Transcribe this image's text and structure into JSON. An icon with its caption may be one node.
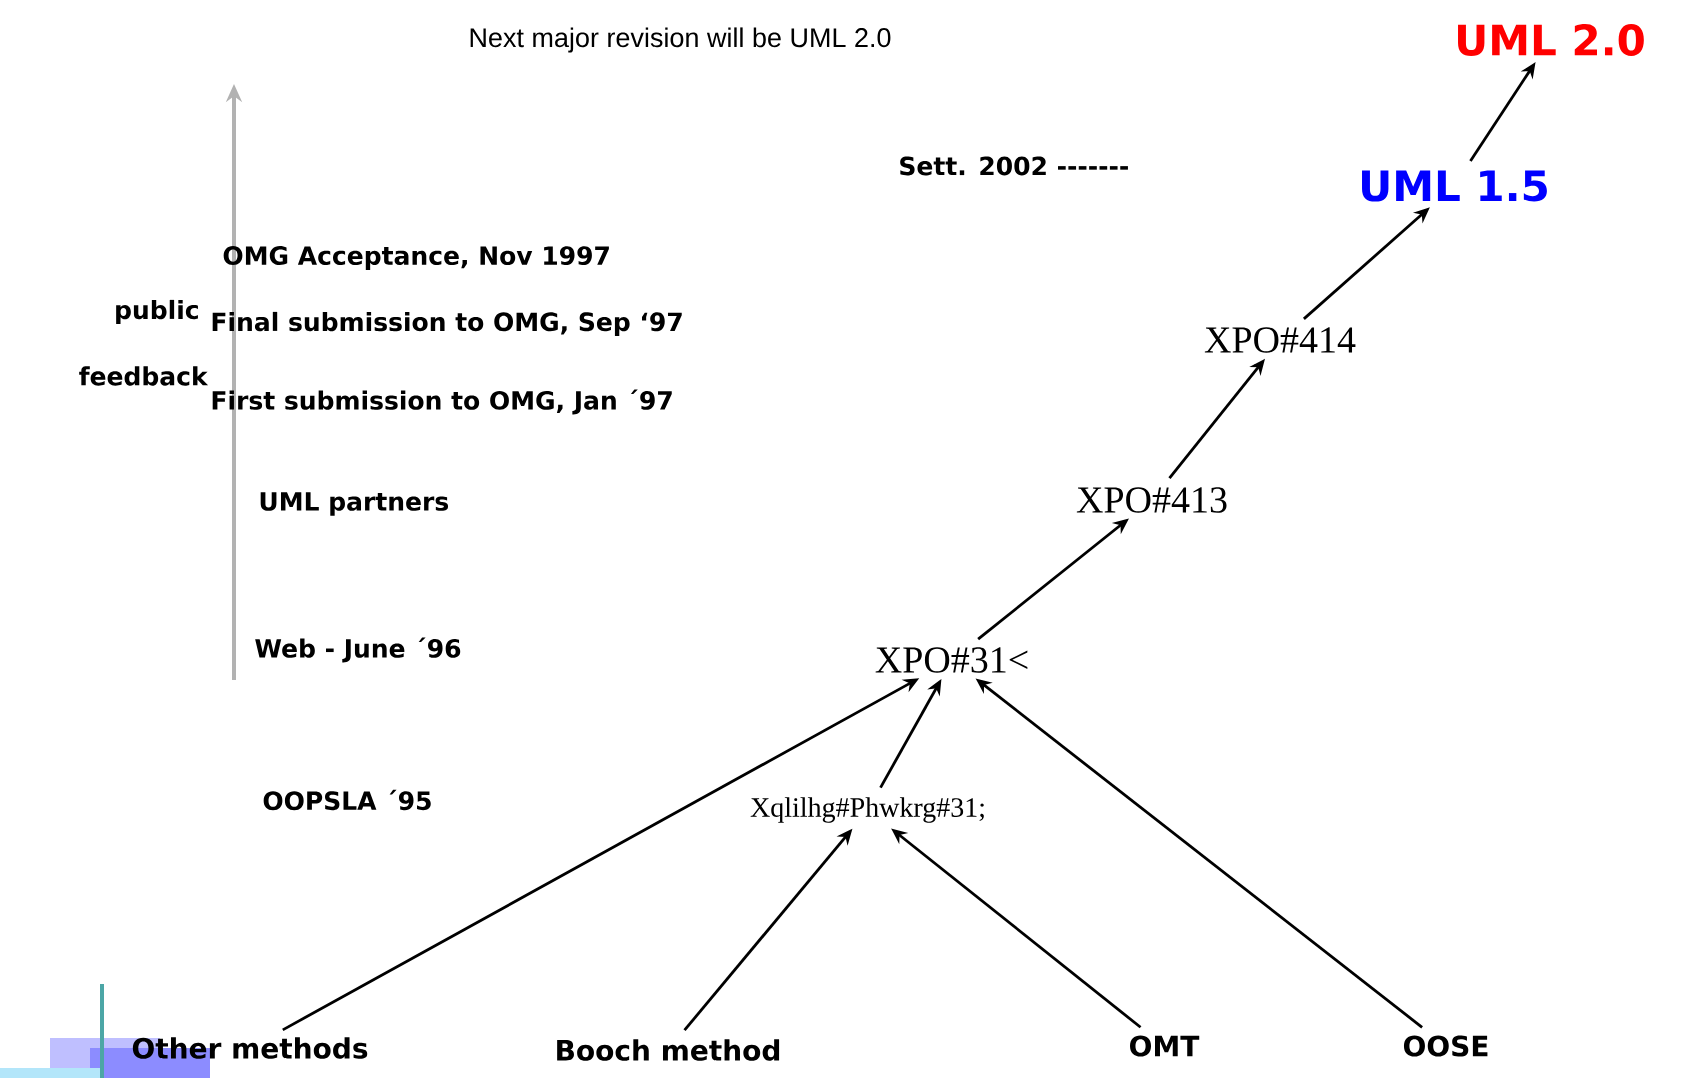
{
  "diagram": {
    "title": "Next major revision will be UML 2.0",
    "nodes": [
      {
        "text": [
          "UML 2.0"
        ]
      },
      {
        "text": [
          "UML 1.5"
        ]
      },
      {
        "text": [
          "XPO#414"
        ]
      },
      {
        "text": [
          "XPO#413"
        ]
      },
      {
        "text": [
          "XPO#31<"
        ]
      },
      {
        "text": [
          "Xqlilhg#Phwkrg#31;"
        ]
      },
      {
        "text": [
          "Other methods"
        ]
      },
      {
        "text": [
          "Booch method"
        ]
      },
      {
        "text": [
          "OMT"
        ]
      },
      {
        "text": [
          "OOSE"
        ]
      }
    ],
    "edges": [
      {
        "from": 1,
        "to": 0,
        "arrow": "to"
      },
      {
        "from": 2,
        "to": 1,
        "arrow": "to"
      },
      {
        "from": 3,
        "to": 2,
        "arrow": "to"
      },
      {
        "from": 4,
        "to": 3,
        "arrow": "to"
      },
      {
        "from": 6,
        "to": 4,
        "arrow": "to"
      },
      {
        "from": 5,
        "to": 4,
        "arrow": "to"
      },
      {
        "from": 9,
        "to": 4,
        "arrow": "to"
      },
      {
        "from": 7,
        "to": 5,
        "arrow": "to"
      },
      {
        "from": 8,
        "to": 5,
        "arrow": "to"
      }
    ],
    "labels": [
      "Sett. 2002 -------",
      "OMG Acceptance, Nov 1997",
      "public",
      "Final submission to OMG, Sep ‘97",
      "feedback",
      "First submission to OMG, Jan ´97",
      "UML partners",
      "Web - June ´96",
      "OOPSLA ´95"
    ]
  }
}
